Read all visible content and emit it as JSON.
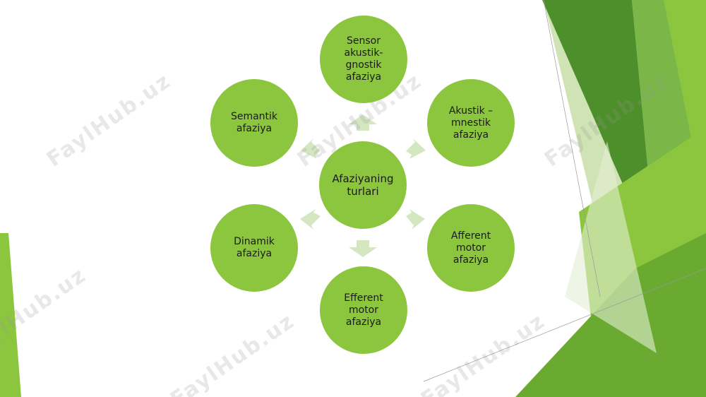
{
  "diagram": {
    "center": "Afaziyaning turlari",
    "nodes": [
      {
        "id": "top",
        "label": "Sensor akustik-gnostik afaziya"
      },
      {
        "id": "upper-right",
        "label": "Akustik – mnestik afaziya"
      },
      {
        "id": "lower-right",
        "label": "Afferent motor afaziya"
      },
      {
        "id": "bottom",
        "label": "Efferent motor afaziya"
      },
      {
        "id": "lower-left",
        "label": "Dinamik afaziya"
      },
      {
        "id": "upper-left",
        "label": "Semantik afaziya"
      }
    ]
  },
  "watermark": "FaylHub.uz",
  "colors": {
    "node": "#8cc63f",
    "arrow": "#d4e7c0",
    "dark_green": "#4d8f2a",
    "light_green": "#8cc63f"
  }
}
